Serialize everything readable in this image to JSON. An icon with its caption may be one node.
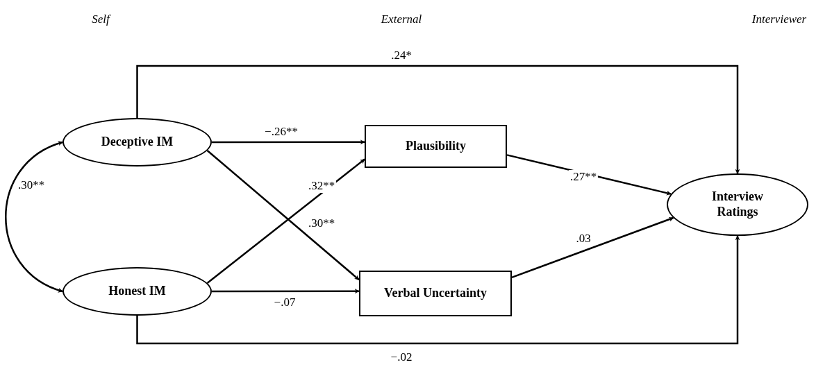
{
  "diagram": {
    "nodes": [
      {
        "text": [
          "Deceptive IM"
        ]
      },
      {
        "text": [
          "Honest IM"
        ]
      },
      {
        "text": [
          "Plausibility"
        ]
      },
      {
        "text": [
          "Verbal Uncertainty"
        ]
      },
      {
        "text": [
          "Interview Ratings"
        ]
      }
    ],
    "edges": [
      {
        "from": 0,
        "to": 4,
        "arrow": "to",
        "label": ".24*"
      },
      {
        "from": 0,
        "to": 2,
        "arrow": "to",
        "label": "−.26**"
      },
      {
        "from": 1,
        "to": 2,
        "arrow": "to",
        "label": ".32**"
      },
      {
        "from": 0,
        "to": 3,
        "arrow": "to",
        "label": ".30**"
      },
      {
        "from": 1,
        "to": 3,
        "arrow": "to",
        "label": "−.07"
      },
      {
        "from": 2,
        "to": 4,
        "arrow": "to",
        "label": ".27**"
      },
      {
        "from": 3,
        "to": 4,
        "arrow": "to",
        "label": ".03"
      },
      {
        "from": 1,
        "to": 4,
        "arrow": "to",
        "label": "−.02"
      },
      {
        "from": 0,
        "to": 1,
        "arrow": "both",
        "label": ".30**"
      }
    ],
    "labels": [
      "Self",
      "External",
      "Interviewer"
    ]
  }
}
